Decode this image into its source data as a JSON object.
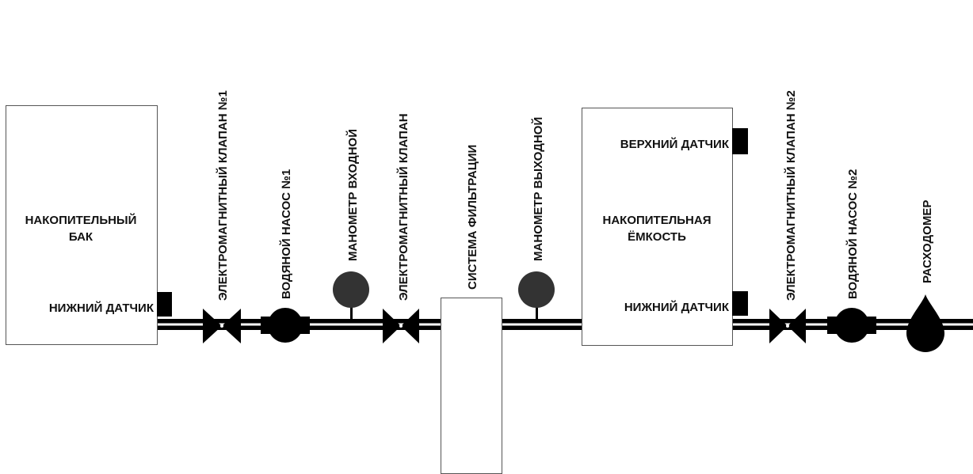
{
  "title": "Схема установки",
  "tank": {
    "label_line1": "НАКОПИТЕЛЬНЫЙ",
    "label_line2": "БАК",
    "lower_sensor": "НИЖНИЙ ДАТЧИК"
  },
  "valve1": {
    "label": "ЭЛЕКТРОМАГНИТНЫЙ КЛАПАН №1"
  },
  "pump1": {
    "label": "ВОДЯНОЙ НАСОС №1"
  },
  "gauge_in": {
    "label": "МАНОМЕТР ВХОДНОЙ"
  },
  "valve_mid": {
    "label": "ЭЛЕКТРОМАГНИТНЫЙ КЛАПАН"
  },
  "filter": {
    "label": "СИСТЕМА ФИЛЬТРАЦИИ"
  },
  "gauge_out": {
    "label": "МАНОМЕТР ВЫХОДНОЙ"
  },
  "vessel": {
    "upper_sensor": "ВЕРХНИЙ ДАТЧИК",
    "label_line1": "НАКОПИТЕЛЬНАЯ",
    "label_line2": "ЁМКОСТЬ",
    "lower_sensor": "НИЖНИЙ ДАТЧИК"
  },
  "valve2": {
    "label": "ЭЛЕКТРОМАГНИТНЫЙ КЛАПАН №2"
  },
  "pump2": {
    "label": "ВОДЯНОЙ НАСОС №2"
  },
  "flowmeter": {
    "label": "РАСХОДОМЕР"
  },
  "colors": {
    "line": "#000000",
    "gauge": "#333333",
    "box_border": "#555555"
  }
}
